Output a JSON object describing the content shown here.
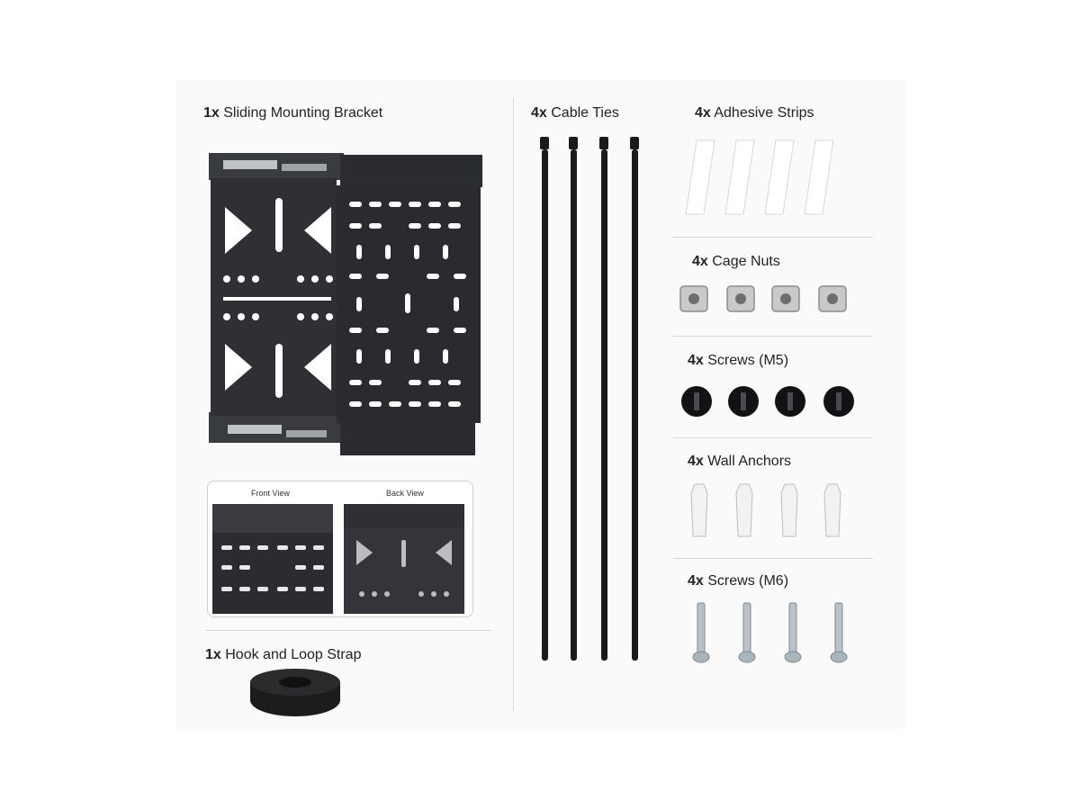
{
  "items": {
    "bracket": {
      "qty": "1x",
      "name": "Sliding Mounting Bracket"
    },
    "cable_ties": {
      "qty": "4x",
      "name": "Cable Ties"
    },
    "adhesive": {
      "qty": "4x",
      "name": "Adhesive Strips"
    },
    "cage_nuts": {
      "qty": "4x",
      "name": "Cage Nuts"
    },
    "screws_m5": {
      "qty": "4x",
      "name": "Screws (M5)"
    },
    "anchors": {
      "qty": "4x",
      "name": "Wall Anchors"
    },
    "screws_m6": {
      "qty": "4x",
      "name": "Screws (M6)"
    },
    "strap": {
      "qty": "1x",
      "name": "Hook and Loop Strap"
    }
  },
  "views": {
    "front": "Front View",
    "back": "Back View"
  },
  "colors": {
    "panel": "#fafafa",
    "metal": "#2f3033",
    "separator": "#d6d6d6"
  }
}
